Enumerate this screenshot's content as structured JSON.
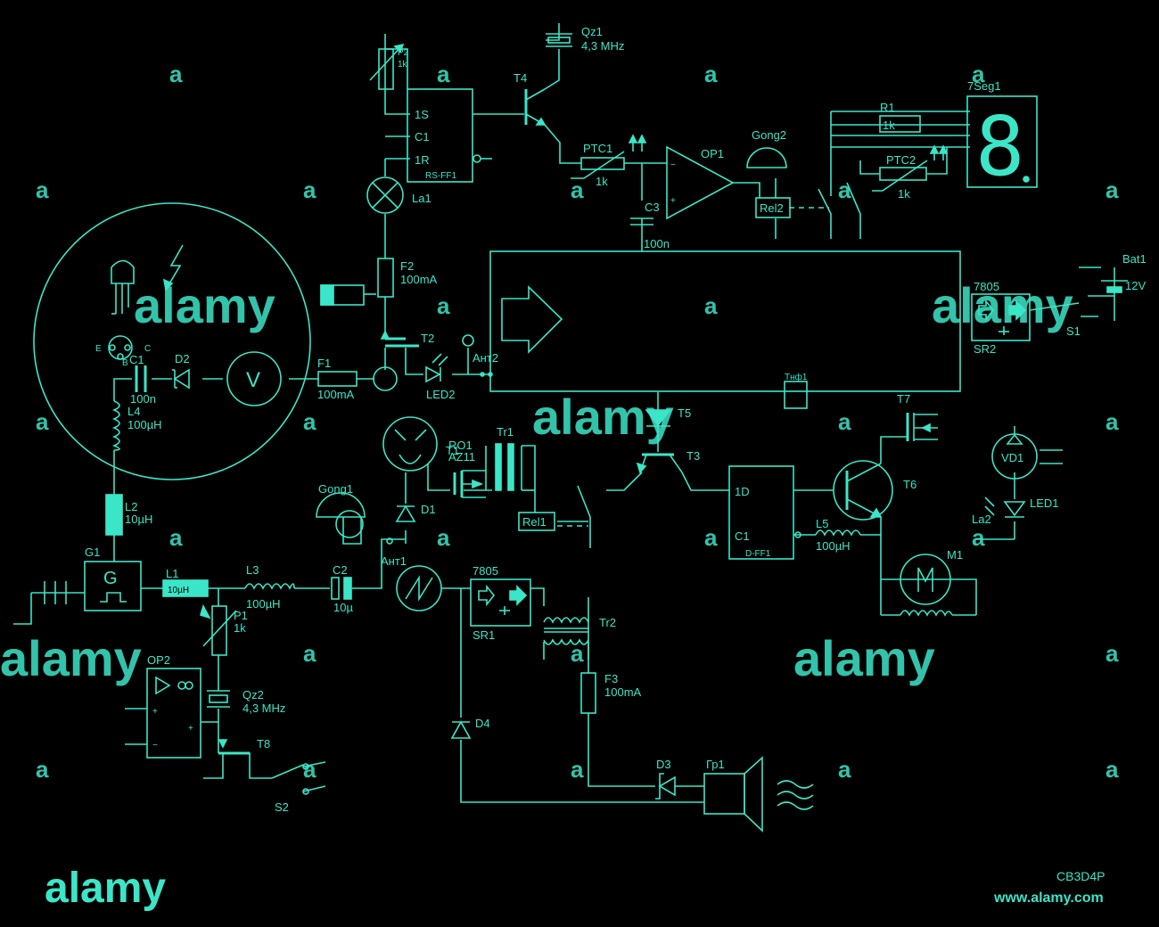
{
  "theme": {
    "background": "#000000",
    "trace": "#3be6c8",
    "watermark": "#c8c8c8",
    "footer_bg": "#ffffff"
  },
  "labels": {
    "qz1": "Qz1",
    "qz1_freq": "4,3 MHz",
    "p2": "P2",
    "p2_val": "1k",
    "t4": "T4",
    "ff_1s": "1S",
    "ff_c1": "C1",
    "ff_1r": "1R",
    "rsff1": "RS-FF1",
    "la1": "La1",
    "ptc1": "PTC1",
    "ptc1_val": "1k",
    "op1": "OP1",
    "c3": "C3",
    "c3_val": "100n",
    "gong2": "Gong2",
    "rel2": "Rel2",
    "r1": "R1",
    "r1_val": "1k",
    "ptc2": "PTC2",
    "ptc2_val": "1k",
    "seg7": "7Seg1",
    "seg7_digit": "8",
    "f2": "F2",
    "f2_val": "100mA",
    "t2": "T2",
    "led2": "LED2",
    "ant2": "Ант2",
    "f1": "F1",
    "f1_val": "100mA",
    "v_meter": "V",
    "c1": "C1",
    "c1_val": "100n",
    "d2": "D2",
    "l4": "L4",
    "l4_val": "100µH",
    "e_pin": "E",
    "b_pin": "B",
    "c_pin": "C",
    "l2": "L2",
    "l2_val": "10µH",
    "g1": "G1",
    "g_sym": "G",
    "l1": "L1",
    "l1_val": "10µH",
    "l3": "L3",
    "l3_val": "100µH",
    "c2": "C2",
    "c2_val": "10µ",
    "p1": "P1",
    "p1_val": "1k",
    "qz2": "Qz2",
    "qz2_freq": "4,3 MHz",
    "op2": "OP2",
    "t8": "T8",
    "s2": "S2",
    "gong1": "Gong1",
    "ro1": "RO1",
    "az11": "AZ11",
    "t1": "T1",
    "tr1": "Tr1",
    "d1": "D1",
    "ant1": "Ант1",
    "rel1": "Rel1",
    "sr1_reg": "7805",
    "sr1": "SR1",
    "tr2": "Tr2",
    "f3": "F3",
    "f3_val": "100mA",
    "d4": "D4",
    "d3": "D3",
    "gr1": "Гр1",
    "t5": "T5",
    "t3": "T3",
    "dff_1d": "1D",
    "dff_c1": "C1",
    "dff1": "D-FF1",
    "l5": "L5",
    "l5_val": "100µH",
    "t6": "T6",
    "t7": "T7",
    "vd1": "VD1",
    "led1": "LED1",
    "la2": "La2",
    "m1": "M1",
    "m_sym": "M",
    "sr2_reg": "7805",
    "sr2": "SR2",
    "bat1": "Bat1",
    "bat_val": "12V",
    "s1": "S1",
    "tnf": "Тнф1"
  },
  "watermark": {
    "text": "alamy",
    "small": "a"
  },
  "footer": {
    "logo": "alamy",
    "image_id": "CB3D4P",
    "url": "www.alamy.com"
  }
}
